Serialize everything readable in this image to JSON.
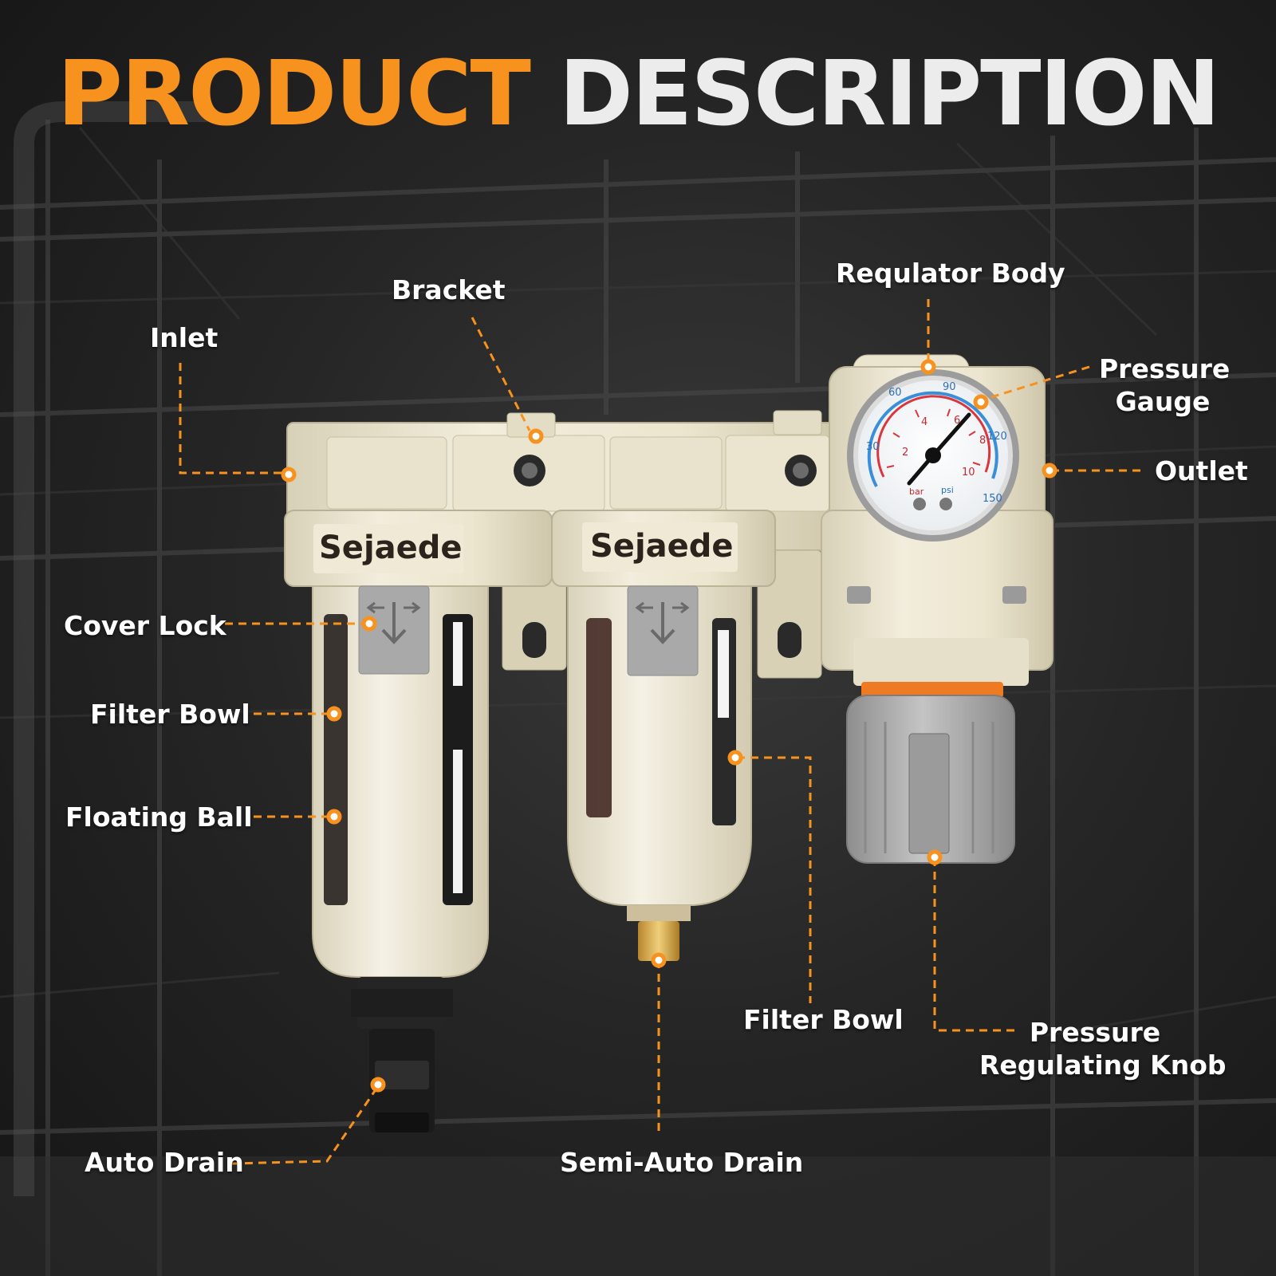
{
  "title": {
    "word1": "PRODUCT",
    "word2": "DESCRIPTION"
  },
  "colors": {
    "accent": "#f7921e",
    "title_white": "#ececec",
    "body": "#efe9d6",
    "background": "#1e1e1e"
  },
  "brand": [
    "Sejaede",
    "Sejaede"
  ],
  "gauge": {
    "psi_ticks": [
      "30",
      "60",
      "90",
      "120",
      "150"
    ],
    "bar_ticks": [
      "2",
      "4",
      "6",
      "8",
      "10"
    ],
    "units": [
      "bar",
      "psi"
    ]
  },
  "labels": {
    "inlet": "Inlet",
    "bracket": "Bracket",
    "regulator_body": "Requlator Body",
    "pressure_gauge_1": "Pressure",
    "pressure_gauge_2": "Gauge",
    "outlet": "Outlet",
    "cover_lock": "Cover Lock",
    "filter_bowl_left": "Filter Bowl",
    "floating_ball": "Floating Ball",
    "filter_bowl_right": "Filter Bowl",
    "pressure_knob_1": "Pressure",
    "pressure_knob_2": "Regulating Knob",
    "auto_drain": "Auto Drain",
    "semi_auto_drain": "Semi-Auto Drain"
  }
}
